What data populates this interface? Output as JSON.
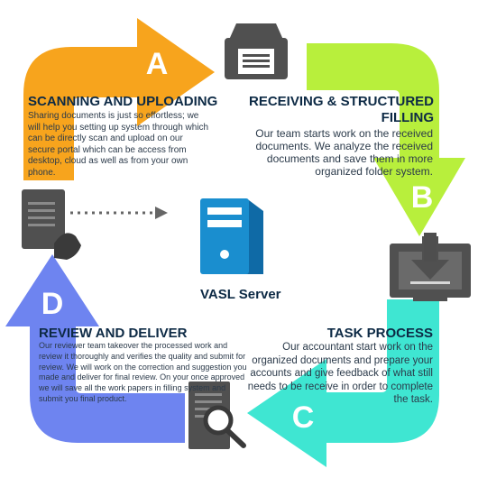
{
  "colors": {
    "orange": "#f7a41d",
    "green": "#b8ef3c",
    "teal": "#3fe6d2",
    "blue": "#6e84f0",
    "title_text": "#0d2a45",
    "icon_gray": "#505050",
    "server_blue": "#1a8ecf"
  },
  "steps": {
    "a": {
      "letter": "A",
      "title": "SCANNING AND UPLOADING",
      "text": "Sharing documents is just so effortless; we will help you setting up system through which can be directly scan and upload on our secure portal which can be access from desktop, cloud as well as from your own phone.",
      "icon": "scanner-icon"
    },
    "b": {
      "letter": "B",
      "title": "RECEIVING & STRUCTURED FILLING",
      "text": "Our team starts work on the received documents. We analyze the received documents and save them in more organized folder system.",
      "icon": "download-monitor-icon"
    },
    "c": {
      "letter": "C",
      "title": "TASK PROCESS",
      "text": "Our accountant start work on the organized documents and prepare your accounts and give feedback of what still needs to be receive in order to complete the task.",
      "icon": "document-search-icon"
    },
    "d": {
      "letter": "D",
      "title": "REVIEW AND DELIVER",
      "text": "Our reviewer team takeover the processed work and review it thoroughly and verifies the quality and submit for review.  We will work on the correction and suggestion you made and deliver for final review. On your once approved we will save all the work papers in filling system and submit you final product.",
      "icon": "document-hand-icon"
    }
  },
  "server": {
    "label": "VASL Server",
    "icon": "server-icon"
  }
}
